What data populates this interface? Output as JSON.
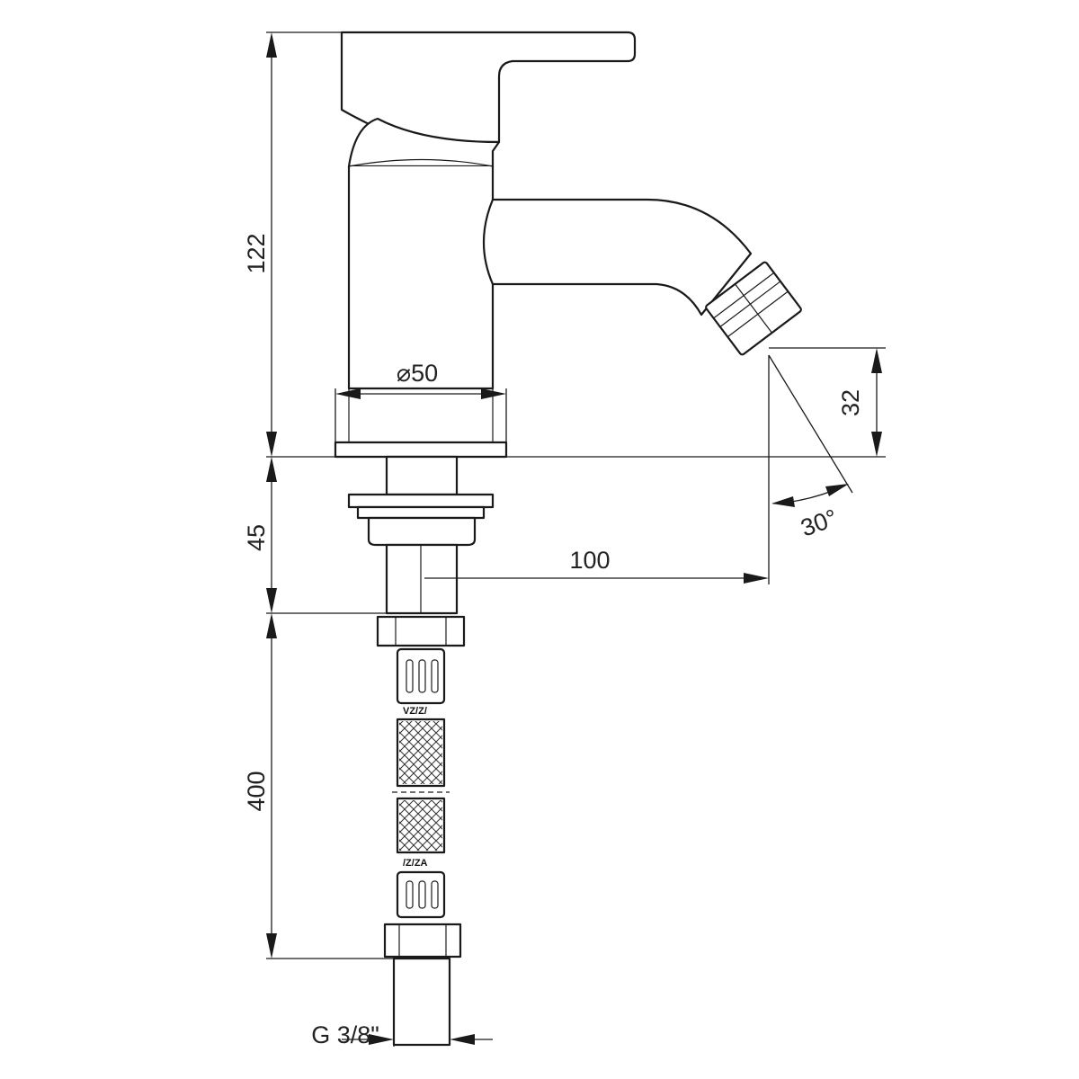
{
  "dimensions": {
    "body_height": "122",
    "base_to_hose": "45",
    "hose_length": "400",
    "body_diameter": "⌀50",
    "spout_reach": "100",
    "aerator_height": "32",
    "aerator_angle": "30°",
    "thread": "G 3/8\""
  },
  "hose_labels": {
    "upper": "VZ/Z/",
    "lower": "/Z/ZA"
  }
}
